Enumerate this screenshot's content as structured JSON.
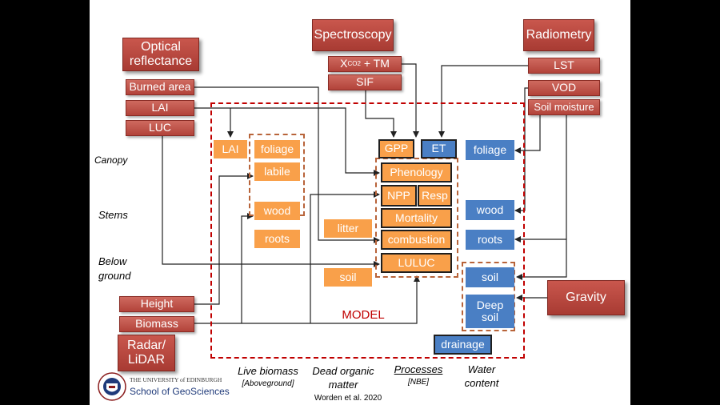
{
  "sources": {
    "optical": "Optical reflectance",
    "spectroscopy": "Spectroscopy",
    "radiometry": "Radiometry",
    "radar": "Radar/ LiDAR",
    "gravity": "Gravity"
  },
  "observations": {
    "burned_area": "Burned area",
    "lai": "LAI",
    "luc": "LUC",
    "xco2": "X",
    "xco2_sub": "CO2",
    "xco2_suffix": " + TM",
    "sif": "SIF",
    "lst": "LST",
    "vod": "VOD",
    "soil_moisture": "Soil moisture",
    "height": "Height",
    "biomass": "Biomass"
  },
  "model": {
    "label": "MODEL",
    "pools": {
      "lai": "LAI",
      "foliage": "foliage",
      "labile": "labile",
      "wood": "wood",
      "roots": "roots",
      "litter": "litter",
      "soil": "soil"
    },
    "processes": {
      "gpp": "GPP",
      "et": "ET",
      "phenology": "Phenology",
      "npp": "NPP",
      "resp": "Resp",
      "mortality": "Mortality",
      "combustion": "combustion",
      "luluc": "LULUC"
    },
    "water": {
      "foliage": "foliage",
      "wood": "wood",
      "roots": "roots",
      "soil": "soil",
      "deep_soil": "Deep soil",
      "drainage": "drainage"
    }
  },
  "row_labels": {
    "canopy": "Canopy",
    "stems": "Stems",
    "below": "Below ground"
  },
  "column_labels": {
    "live": "Live biomass",
    "live_sub": "[Aboveground]",
    "dead": "Dead organic matter",
    "proc": "Processes",
    "proc_sub": "[NBE]",
    "water": "Water content"
  },
  "citation": "Worden et al. 2020",
  "logo": {
    "line1": "THE UNIVERSITY of EDINBURGH",
    "line2": "School of GeoSciences"
  },
  "colors": {
    "obs_red": "#b94a41",
    "carbon_orange": "#f9a04a",
    "water_blue": "#4a7fc4",
    "model_border": "#c00000"
  }
}
